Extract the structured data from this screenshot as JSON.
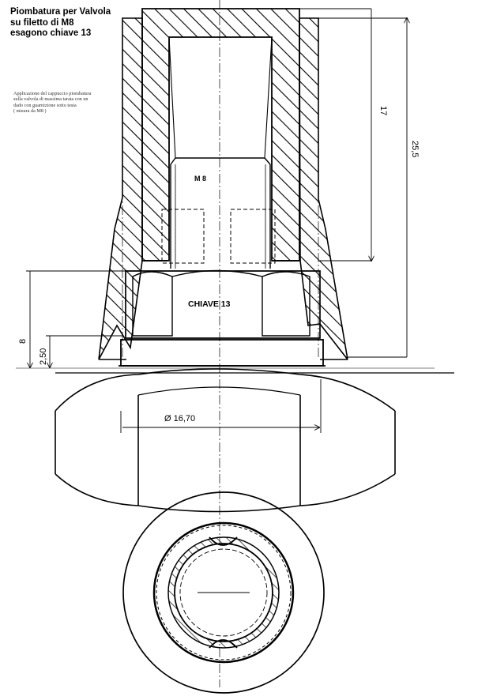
{
  "title": {
    "lines": [
      "Piombatura  per Valvola",
      "su filetto di M8",
      "esagono chiave 13"
    ]
  },
  "note": {
    "lines": [
      "Applicazione del cappuccio piombatura",
      "sulla valvola di massima tarata con un",
      "dado con guarnizione sotto testa",
      "( misura da M8 )"
    ]
  },
  "labels": {
    "thread": "M 8",
    "nut": "CHIAVE 13"
  },
  "dimensions": {
    "cap_height": "17",
    "total_height": "25,5",
    "nut_height": "8",
    "washer_height": "2,50",
    "diameter": "Ø 16,70"
  }
}
